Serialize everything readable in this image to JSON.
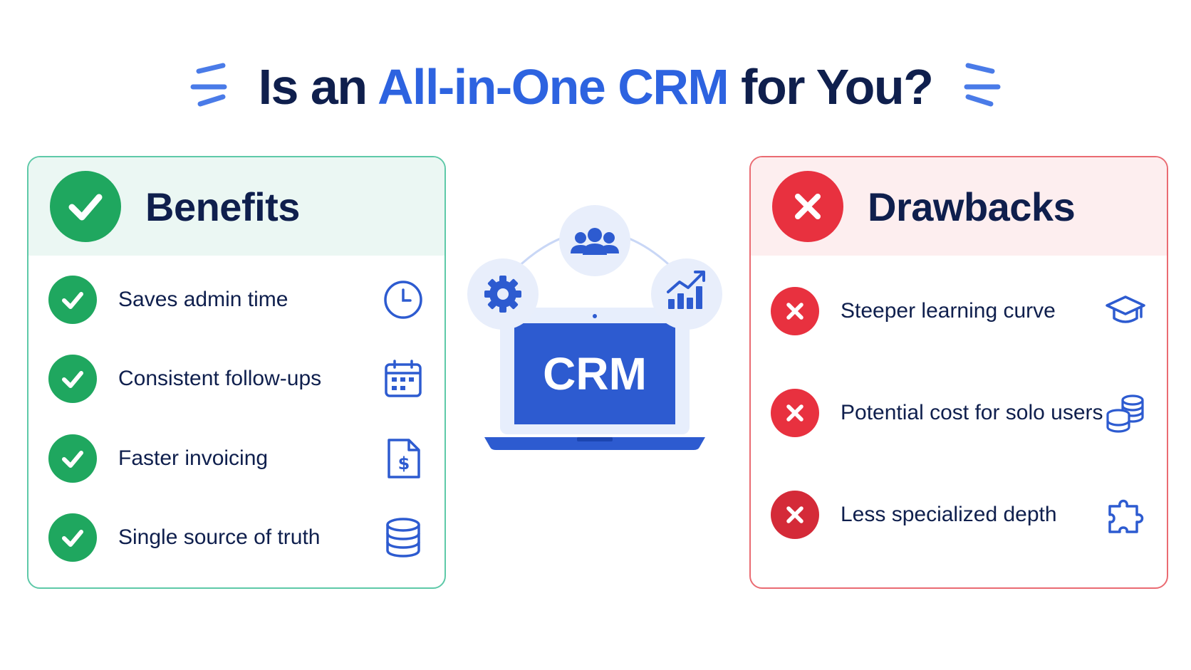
{
  "title": {
    "prefix": "Is an ",
    "accent": "All-in-One CRM",
    "suffix": " for You?"
  },
  "colors": {
    "navy": "#0f1f4d",
    "accent_blue": "#2d63e0",
    "benefit_green": "#1fa75f",
    "drawback_red": "#e8313f"
  },
  "benefits": {
    "title": "Benefits",
    "items": [
      {
        "label": "Saves admin time",
        "icon": "clock-icon"
      },
      {
        "label": "Consistent follow-ups",
        "icon": "calendar-icon"
      },
      {
        "label": "Faster invoicing",
        "icon": "invoice-icon"
      },
      {
        "label": "Single source of truth",
        "icon": "database-icon"
      }
    ]
  },
  "drawbacks": {
    "title": "Drawbacks",
    "items": [
      {
        "label": "Steeper learning curve",
        "icon": "graduation-cap-icon"
      },
      {
        "label": "Potential cost for solo users",
        "icon": "coins-icon"
      },
      {
        "label": "Less specialized depth",
        "icon": "puzzle-icon"
      }
    ]
  },
  "center": {
    "screen_label": "CRM",
    "satellites": [
      "gear-icon",
      "users-icon",
      "chart-icon"
    ]
  }
}
